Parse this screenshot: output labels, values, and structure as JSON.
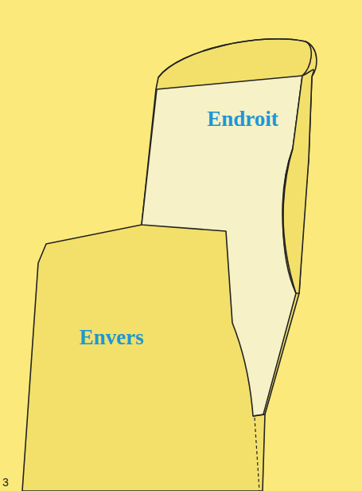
{
  "diagram": {
    "labels": [
      "Endroit",
      "Envers",
      "3"
    ]
  }
}
